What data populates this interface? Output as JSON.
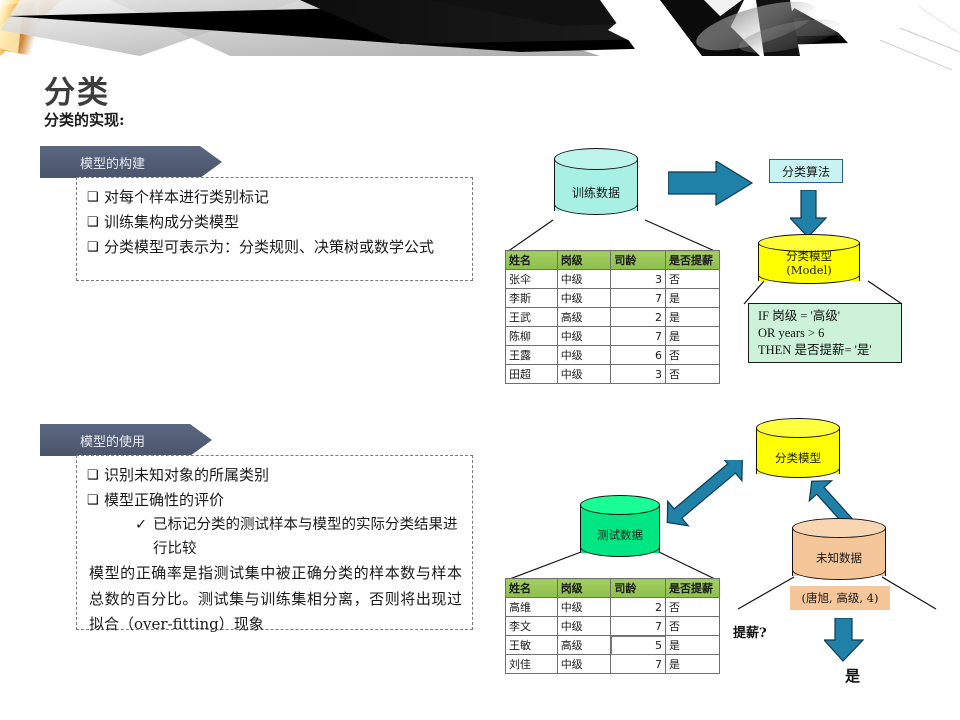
{
  "slide": {
    "title": "分类",
    "subtitle": "分类的实现:"
  },
  "sections": [
    {
      "chevron_label": "模型的构建",
      "bullets": [
        "对每个样本进行类别标记",
        "训练集构成分类模型",
        "分类模型可表示为：分类规则、决策树或数学公式"
      ]
    },
    {
      "chevron_label": "模型的使用",
      "bullets": [
        "识别未知对象的所属类别",
        "模型正确性的评价"
      ],
      "subbullet": "已标记分类的测试样本与模型的实际分类结果进行比较",
      "paragraph": "模型的正确率是指测试集中被正确分类的样本数与样本总数的百分比。测试集与训练集相分离，否则将出现过拟合（over-fitting）现象"
    }
  ],
  "diagram_top": {
    "training_cylinder": {
      "label": "训练数据",
      "color": "#a8f0e4"
    },
    "algorithm_box": {
      "label": "分类算法",
      "fill": "#c9f2f2",
      "border": "#2f5f8f"
    },
    "model_cylinder": {
      "label_line1": "分类模型",
      "label_line2": "(Model)",
      "color": "#ffff00"
    },
    "rule_box": {
      "fill": "#ccf2d9",
      "border": "#1a1a1a",
      "lines": [
        "IF 岗级 = '高级'",
        "OR years > 6",
        "THEN 是否提薪= '是'"
      ]
    },
    "arrow_color": "#1f80a8"
  },
  "diagram_bottom": {
    "model_cylinder": {
      "label": "分类模型",
      "color": "#ffff00"
    },
    "test_cylinder": {
      "label": "测试数据",
      "color": "#00e682"
    },
    "unknown_cylinder": {
      "label": "未知数据",
      "color": "#f5c69a"
    },
    "unknown_record_box": {
      "label": "(唐旭, 高级, 4)",
      "fill": "#f5c69a"
    },
    "question_label": "提薪?",
    "result_label": "是",
    "arrow_color": "#1f80a8"
  },
  "table_train": {
    "headers": [
      "姓名",
      "岗级",
      "司龄",
      "是否提薪"
    ],
    "rows": [
      [
        "张伞",
        "中级",
        "3",
        "否"
      ],
      [
        "李斯",
        "中级",
        "7",
        "是"
      ],
      [
        "王武",
        "高级",
        "2",
        "是"
      ],
      [
        "陈柳",
        "中级",
        "7",
        "是"
      ],
      [
        "王露",
        "中级",
        "6",
        "否"
      ],
      [
        "田超",
        "中级",
        "3",
        "否"
      ]
    ]
  },
  "table_test": {
    "headers": [
      "姓名",
      "岗级",
      "司龄",
      "是否提薪"
    ],
    "rows": [
      [
        "高维",
        "中级",
        "2",
        "否"
      ],
      [
        "李文",
        "中级",
        "7",
        "否"
      ],
      [
        "王敏",
        "高级",
        "5",
        "是"
      ],
      [
        "刘佳",
        "中级",
        "7",
        "是"
      ]
    ]
  },
  "theme": {
    "chevron_fill": "#4f5a73",
    "chevron_text": "#e8eaef",
    "table_header_fill": "#8cc152",
    "accent_blue": "#1f80a8"
  }
}
